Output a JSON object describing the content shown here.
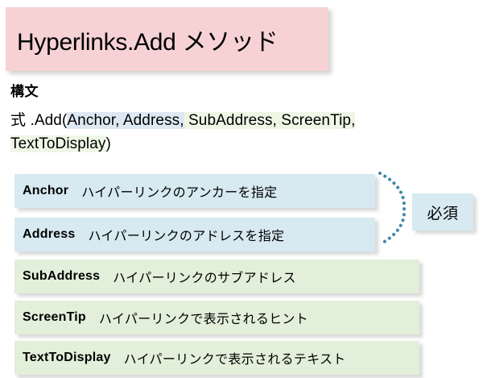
{
  "title": {
    "text": "Hyperlinks.Add メソッド",
    "background_color": "#f6d2d4"
  },
  "syntax": {
    "heading": "構文",
    "line1_prefix": "式 .Add(",
    "line1_required_args": "Anchor, Address,",
    "line1_optional_args": " SubAddress, ScreenTip,",
    "line2_optional_args": "TextToDisplay",
    "line2_suffix": ")",
    "required_highlight_color": "#dde8f3",
    "optional_highlight_color": "#eef6e5"
  },
  "parameters": [
    {
      "name": "Anchor",
      "description": "ハイパーリンクのアンカーを指定",
      "kind": "required",
      "color": "#d7e9f1"
    },
    {
      "name": "Address",
      "description": "ハイパーリンクのアドレスを指定",
      "kind": "required",
      "color": "#d7e9f1"
    },
    {
      "name": "SubAddress",
      "description": "ハイパーリンクのサブアドレス",
      "kind": "optional",
      "color": "#e2efda"
    },
    {
      "name": "ScreenTip",
      "description": "ハイパーリンクで表示されるヒント",
      "kind": "optional",
      "color": "#e2efda"
    },
    {
      "name": "TextToDisplay",
      "description": "ハイパーリンクで表示されるテキスト",
      "kind": "optional",
      "color": "#e2efda"
    }
  ],
  "annotation": {
    "required_badge_label": "必須",
    "brace_color": "#3d8aa8",
    "badge_color": "#d7e9f1"
  }
}
